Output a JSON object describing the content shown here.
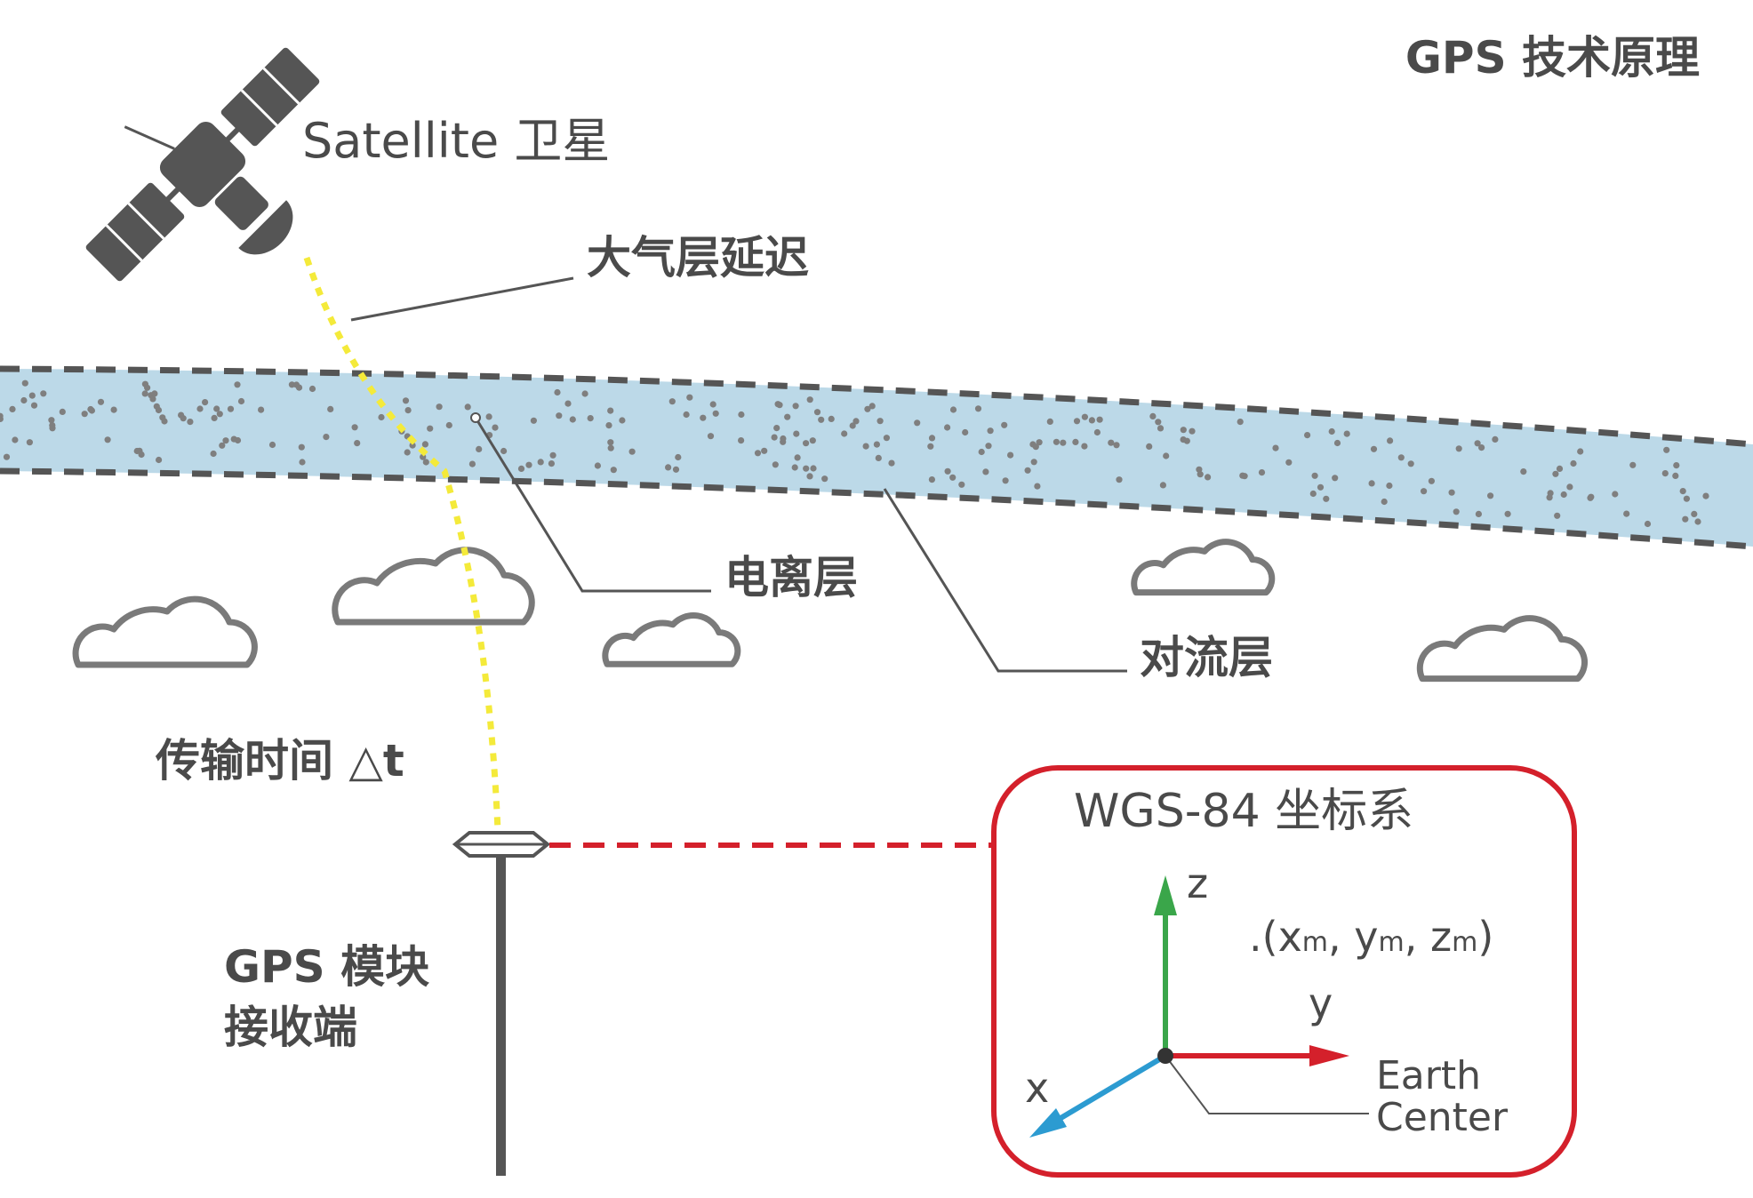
{
  "title": "GPS 技术原理",
  "labels": {
    "satellite": "Satellite 卫星",
    "atmospheric_delay": "大气层延迟",
    "ionosphere": "电离层",
    "troposphere": "对流层",
    "transmission_time": "传输时间 △t",
    "gps_module_line1": "GPS 模块",
    "gps_module_line2": "接收端"
  },
  "coordinate_box": {
    "title": "WGS-84 坐标系",
    "axis_z": "z",
    "axis_y": "y",
    "axis_x": "x",
    "point_open": ".(x",
    "point_sub1": "m",
    "point_sep1": ", y",
    "point_sub2": "m",
    "point_sep2": ", z",
    "point_sub3": "m",
    "point_close": ")",
    "earth_center_line1": "Earth",
    "earth_center_line2": "Center"
  },
  "colors": {
    "text": "#4a4a4a",
    "satellite": "#555555",
    "signal": "#f4ea3a",
    "atmosphere_band": "#bcd9e8",
    "band_border": "#555555",
    "frame": "#d4202b",
    "axis_z": "#3aa64a",
    "axis_y": "#d4202b",
    "axis_x": "#2c9bd1",
    "cloud_stroke": "#7a7a7a"
  },
  "icons": {
    "satellite": "satellite-icon",
    "cloud": "cloud-icon",
    "antenna": "gps-antenna-icon"
  }
}
